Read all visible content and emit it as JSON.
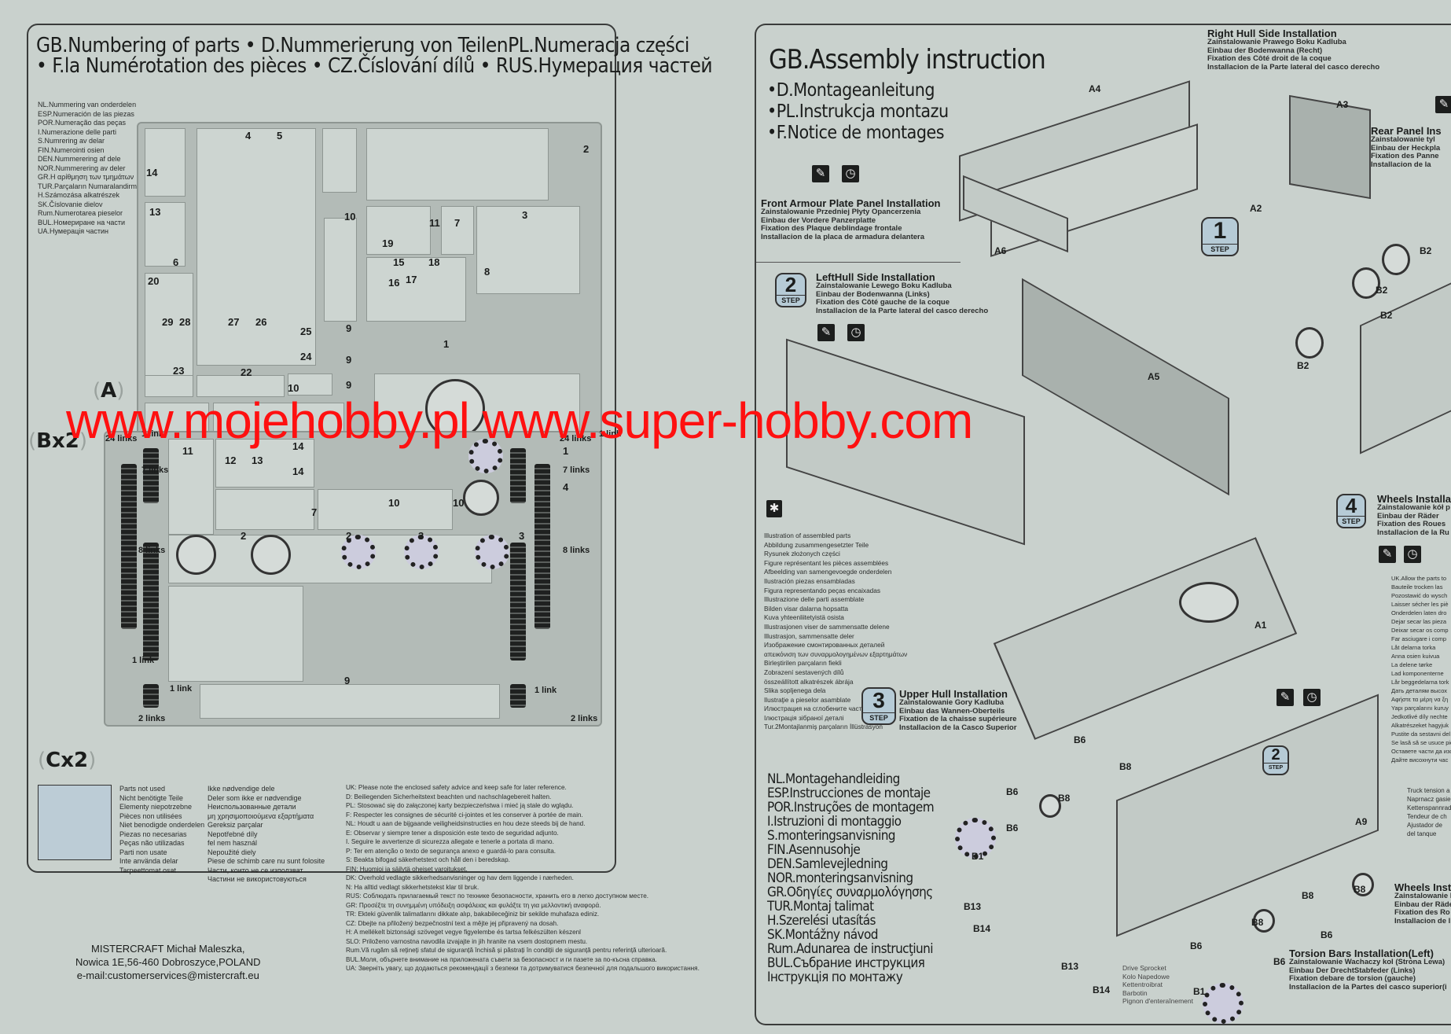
{
  "left": {
    "title_line1": "GB.Numbering of parts • D.Nummerierung von TeilenPL.Numeracja części",
    "title_line2": "• F.la Numérotation des pièces • CZ.Číslování dílů • RUS.Нумерация частей",
    "languages": [
      "NL.Nummering van onderdelen",
      "ESP.Numeración de las piezas",
      "POR.Numeração das peças",
      "I.Numerazione delle parti",
      "S.Numrering av delar",
      "FIN.Numerointi osien",
      "DEN.Nummerering af dele",
      "NOR.Nummerering av deler",
      "GR.Η αρίθμηση των τμημάτων",
      "TUR.Parçaların Numaralandirma",
      "H.Számozása alkatrészek",
      "SK.Číslovanie dielov",
      "Rum.Numerotarea pieselor",
      "BUL.Номериране на части",
      "UA.Нумерація частин"
    ],
    "sprue_a_label": "A",
    "sprue_b_label": "Bx2",
    "sprue_c_label": "Cx2",
    "sprue_a_parts": [
      "14",
      "4",
      "5",
      "2",
      "13",
      "6",
      "20",
      "10",
      "3",
      "19",
      "11",
      "7",
      "8",
      "15",
      "16",
      "17",
      "18",
      "29",
      "28",
      "27",
      "26",
      "25",
      "9",
      "9",
      "24",
      "23",
      "22",
      "1",
      "10",
      "9"
    ],
    "sprue_b_parts": [
      "11",
      "12",
      "13",
      "14",
      "14",
      "7",
      "10",
      "10",
      "9",
      "2",
      "2",
      "3",
      "3",
      "1",
      "4"
    ],
    "links": [
      "24 links",
      "7 links",
      "8 links",
      "1 link",
      "2 links",
      "1 link",
      "1 link",
      "24 links",
      "7 links",
      "8 links",
      "1 link",
      "2 links",
      "1 link"
    ],
    "unused_col1": [
      "Parts not used",
      "Nicht benötigte Teile",
      "Elementy niepotrzebne",
      "Pièces non utilisées",
      "Niet benodigde onderdelen",
      "Piezas no necesarias",
      "Peças não utilizadas",
      "Parti non usate",
      "Inte använda delar",
      "Tarpeettomat osat"
    ],
    "unused_col2": [
      "Ikke nødvendige dele",
      "Deler som ikke er nødvendige",
      "Неиспользованные детали",
      "μη χρησιμοποιούμενα εξαρτήματα",
      "Gereksiz parçalar",
      "Nepotřebné díly",
      "fel nem használ",
      "Nepoužité diely",
      "Piese de schimb care nu sunt folosite",
      "Части, които не се използват",
      "Частини не використовуються"
    ],
    "safety": [
      "UK: Please note the enclosed safety advice and keep safe for later reference.",
      "D: Beiliegenden Sicherheitstext beachten und nachschlagebereit halten.",
      "PL: Stosować się do załączonej karty bezpieczeństwa i mieć ją stale do wglądu.",
      "F: Respecter les consignes de sécurité ci-jointes et les conserver à portée de main.",
      "NL: Houdt u aan de bijgaande veiligheidsinstructies en hou deze steeds bij de hand.",
      "E: Observar y siempre tener a disposición este texto de seguridad adjunto.",
      "I. Seguire le avvertenze di sicurezza allegate e tenerle a portata di mano.",
      "P: Ter em atenção o texto de segurança anexo e guardá-lo para consulta.",
      "S: Beakta bifogad säkerhetstext och håll den i beredskap.",
      "FIN: Huomioi ja säilytä oheiset varoitukset.",
      "DK: Overhold vedlagte sikkerhedsanvisninger og hav dem liggende i nærheden.",
      "N: Ha alltid vedlagt sikkerhetstekst klar til bruk.",
      "RUS: Соблюдать прилагаемый текст по технике безопасности, хранить его в легко доступном месте.",
      "GR: Προσέξτε τη συνημμένη υπόδειξη ασφάλειας και φυλάξτε τη για μελλοντική αναφορά.",
      "TR: Ekteki güvenlik talimatlarını dikkate alıp, bakabileceğiniz bir sekilde muhafaza ediniz.",
      "CZ: Dbejte na přiložený bezpečnostní text a mějte jej připravený na dosah.",
      "H: A mellékelt biztonsági szöveget vegye figyelembe és tartsa felkészülten készenl",
      "SLO: Priloženo varnostna navodila izvajajte in jih hranite na vsem dostopnem mestu.",
      "Rum.Vă rugăm să rețineți sfatul de siguranță închisă și păstrați în condiții de siguranță pentru referință ulterioară.",
      "BUL.Моля, обърнете внимание на приложената съвети за безопасност и ги пазете за по-късна справка.",
      "UA: Зверніть увагу, що додаються рекомендації з безпеки та дотримуватися безпечної для подальшого використання."
    ],
    "company": [
      "MISTERCRAFT Michał  Maleszka,",
      "Nowica 1E,56-460 Dobroszyce,POLAND",
      "e-mail:customerservices@mistercraft.eu"
    ]
  },
  "right": {
    "title": "GB.Assembly instruction",
    "subtitles": [
      "•D.Montageanleitung",
      "•PL.Instrukcja montazu",
      "•F.Notice de montages"
    ],
    "step_word": "STEP",
    "step1": {
      "number": "1",
      "head": "Front Armour Plate Panel Installation",
      "subs": [
        "Zainstalowanie Przedniej Płyty Opancerzenia",
        "Einbau der Vordere Panzerplatte",
        "Fixation des Plaque deblindage frontale",
        "Installacion de la placa de armadura delantera"
      ]
    },
    "right_hull": {
      "head": "Right Hull Side Installation",
      "subs": [
        "Zainstalowanie Prawego Boku Kadluba",
        "Einbau der Bodenwanna (Recht)",
        "Fixation des Côté droit de la coque",
        "Installacion de la Parte lateral del casco derecho"
      ]
    },
    "rear_panel": {
      "head": "Rear Panel Ins",
      "subs": [
        "Zainstalowanie tyl",
        "Einbau der Heckpla",
        "Fixation des Panne",
        "Installacion de la"
      ]
    },
    "step2": {
      "number": "2",
      "head": "LeftHull Side Installation",
      "subs": [
        "Zainstalowanie Lewego Boku Kadluba",
        "Einbau der Bodenwanna (Links)",
        "Fixation des Côté gauche de la coque",
        "Installacion de la Parte lateral del casco derecho"
      ]
    },
    "step3": {
      "number": "3",
      "head": "Upper Hull Installation",
      "subs": [
        "Zainstalowanie Gory Kadluba",
        "Einbau das Wannen-Oberteils",
        "Fixation de la chaisse supérieure",
        "Installacion de la Casco Superior"
      ]
    },
    "step4": {
      "number": "4",
      "head": "Wheels Installat",
      "subs": [
        "Zainstalowanie kół p",
        "Einbau der Räder",
        "Fixation des Roues",
        "Installacion de la Ru"
      ]
    },
    "wheels2": {
      "head": "Wheels Insta",
      "subs": [
        "Zainstalowanie k",
        "Einbau der Räde",
        "Fixation des Ro",
        "Installacion de l"
      ]
    },
    "torsion": {
      "head": "Torsion Bars Installation(Left)",
      "subs": [
        "Zainstalowanie Wachaczy kol (Strona Lewa)",
        "Einbau Der DrechtStabfeder (Links)",
        "Fixation debare de torsion (gauche)",
        "Installacion de la Partes del casco superior(i"
      ]
    },
    "illustration_legend": [
      "Illustration of assembled parts",
      "Abbildung zusammengesetzter Teile",
      "Rysunek złożonych części",
      "Figure représentant les pièces assemblées",
      "Afbeelding van samengevoegde onderdelen",
      "Ilustración piezas ensambladas",
      "Figura representando peças encaixadas",
      "Illustrazione delle parti assemblate",
      "Bilden visar dalarna hopsatta",
      "Kuva yhteenliitetyistä osista",
      "Illustrasjonen viser de sammensatte delene",
      "Illustrasjon, sammensatte deler",
      "Изображение смонтированных деталей",
      "απεικόνιση των συναρμολογημένων εξαρτημάτων",
      "Birleştirilen parçaların fiekli",
      "Zobrazení sestavených dílů",
      "összeállított alkatrészek ábrája",
      "Slika sopljenega dela",
      "Ilustraţie a pieselor asamblate",
      "Илюстрация на сглобените части",
      "Ілюстрація зібраної деталі",
      "Tur.2Montajlanmiş parçaların İllüstrasyon"
    ],
    "languages": [
      "NL.Montagehandleiding",
      "ESP.Instrucciones de montaje",
      "POR.Instruções de montagem",
      "I.Istruzioni di montaggio",
      "S.monteringsanvisning",
      "FIN.Asennusohje",
      "DEN.Samlevejledning",
      "NOR.monteringsanvisning",
      "GR.Οδηγίες συναρμολόγησης",
      "TUR.Montaj talimat",
      "H.Szerelési utasítás",
      "SK.Montážny návod",
      "Rum.Adunarea de instrucţiuni",
      "BUL.Събрание инструкция",
      "Інструкція по монтажу"
    ],
    "drive_sprocket": [
      "Drive Sprocket",
      "Kolo Napedowe",
      "Kettentroibrat",
      "Barbotin",
      "Pignon d'enteraînement"
    ],
    "part_labels": [
      "A4",
      "A3",
      "A2",
      "A6",
      "A5",
      "A1",
      "A9",
      "B2",
      "B2",
      "B2",
      "B2",
      "B6",
      "B6",
      "B6",
      "B8",
      "B8",
      "B8",
      "B8",
      "B1",
      "B1",
      "B13",
      "B14",
      "B13",
      "B14",
      "B6",
      "B6",
      "B6",
      "B8"
    ],
    "side_notes": [
      "UK.Allow the parts to",
      "Bauteile trocken las",
      "Pozostawić do wysch",
      "Laisser sécher les piè",
      "Onderdelen laten dro",
      "Dejar secar las pieza",
      "Deixar secar os comp",
      "Far asciugare i comp",
      "Låt delarna torka",
      "Anna osien kuivua",
      "La delene tørke",
      "Lad komponenterne",
      "Lår beggedelarna tork",
      "Дать деталям высох",
      "Αφήστε τα μέρη να ξη",
      "Yapı parçalarını kuruy",
      "Jedkotlivé díly nechte",
      "Alkatrészeket hagyjuk",
      "Pustite da sestavni del",
      "Se lasă să se usuce pie",
      "Оставете части да изс",
      "Дайте висохнути час"
    ],
    "truck_notes": [
      "Truck tension a",
      "Naprnacz gasie",
      "Kettenspannrad",
      "Tendeur de ch",
      "Ajustador de",
      "del tanque"
    ]
  },
  "watermark": "www.mojehobby.pl www.super-hobby.com",
  "colors": {
    "paper": "#c9d1cd",
    "watermark": "#ff1010",
    "step_badge": "#b6cbd6"
  }
}
